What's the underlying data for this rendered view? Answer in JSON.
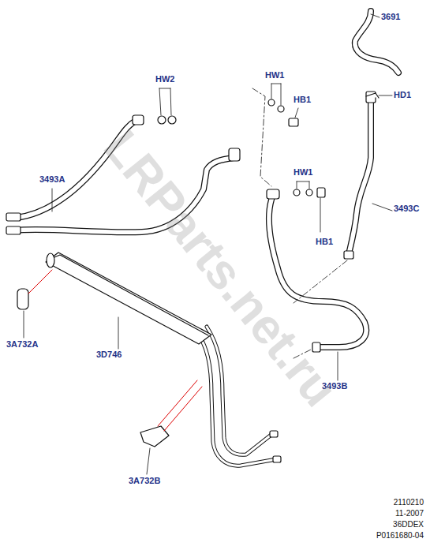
{
  "diagram": {
    "labels": [
      "3691",
      "HW2",
      "HW1",
      "HD1",
      "HB1",
      "HW1",
      "3493A",
      "3493C",
      "HB1",
      "3A732A",
      "3D746",
      "3493B",
      "3A732B",
      "LRParts.net.ru",
      "2110210",
      "11-2007",
      "36DDEX",
      "P0161680-04"
    ]
  }
}
